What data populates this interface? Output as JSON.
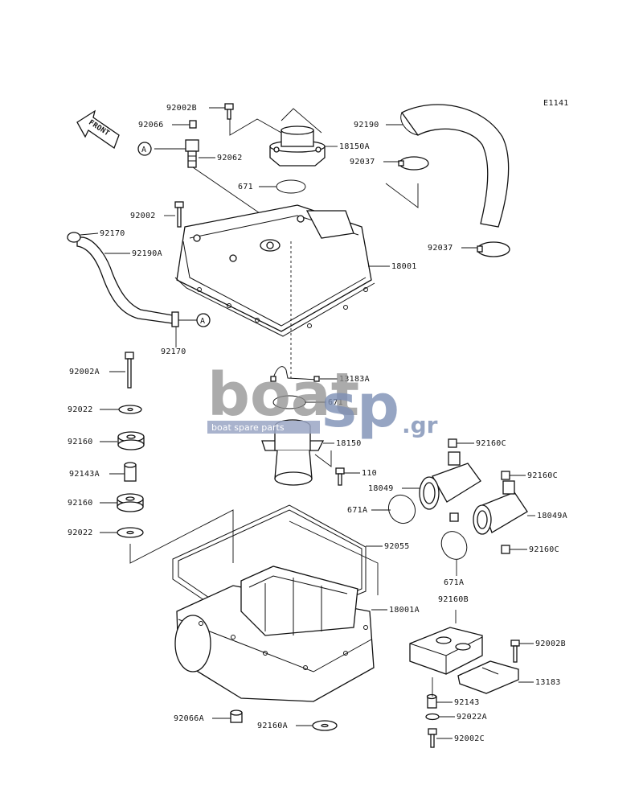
{
  "diagram_code": "E1141",
  "front_arrow_label": "FRONT",
  "ref_marker": "A",
  "watermark": {
    "brand_left": "boat",
    "brand_right": "sp",
    "domain_suffix": ".gr",
    "tagline": "boat spare parts"
  },
  "part_labels": {
    "p92002B_top": "92002B",
    "p92066": "92066",
    "p92062": "92062",
    "p18150A": "18150A",
    "p92190": "92190",
    "p92037_top": "92037",
    "p671": "671",
    "p92002": "92002",
    "p92170_top": "92170",
    "p92190A": "92190A",
    "p18001": "18001",
    "p92037_bottom": "92037",
    "p92170_bottom": "92170",
    "p92002A": "92002A",
    "p13183A": "13183A",
    "p92022_top": "92022",
    "p671_mid": "671",
    "p92160_top": "92160",
    "p18150": "18150",
    "p92160C_1": "92160C",
    "p92143A": "92143A",
    "p110": "110",
    "p92160C_2": "92160C",
    "p18049": "18049",
    "p92160_bottom": "92160",
    "p671A_left": "671A",
    "p18049A": "18049A",
    "p92022_bottom": "92022",
    "p92055": "92055",
    "p92160C_3": "92160C",
    "p671A_right": "671A",
    "p92160B": "92160B",
    "p18001A": "18001A",
    "p92002B_bottom": "92002B",
    "p13183": "13183",
    "p92143": "92143",
    "p92066A": "92066A",
    "p92160A": "92160A",
    "p92022A": "92022A",
    "p92002C": "92002C"
  }
}
